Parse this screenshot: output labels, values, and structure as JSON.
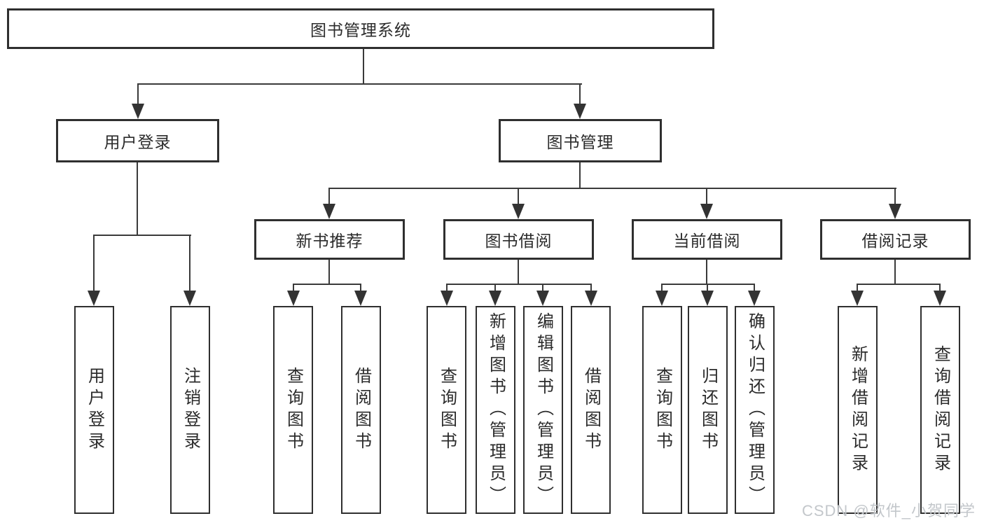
{
  "nodes": {
    "root": "图书管理系统",
    "user_login": "用户登录",
    "book_mgmt": "图书管理",
    "new_book_rec": "新书推荐",
    "book_borrow": "图书借阅",
    "current_borrow": "当前借阅",
    "borrow_record": "借阅记录",
    "ul_user_login": "用户登录",
    "ul_logout": "注销登录",
    "nb_query_book": "查询图书",
    "nb_borrow_book": "借阅图书",
    "bb_query_book": "查询图书",
    "bb_add_book": "新增图书（管理员）",
    "bb_edit_book": "编辑图书（管理员）",
    "bb_borrow_book": "借阅图书",
    "cb_query_book": "查询图书",
    "cb_return_book": "归还图书",
    "cb_confirm_return": "确认归还（管理员）",
    "br_add_record": "新增借阅记录",
    "br_query_record": "查询借阅记录"
  },
  "hierarchy": {
    "图书管理系统": {
      "用户登录": [
        "用户登录",
        "注销登录"
      ],
      "图书管理": {
        "新书推荐": [
          "查询图书",
          "借阅图书"
        ],
        "图书借阅": [
          "查询图书",
          "新增图书（管理员）",
          "编辑图书（管理员）",
          "借阅图书"
        ],
        "当前借阅": [
          "查询图书",
          "归还图书",
          "确认归还（管理员）"
        ],
        "借阅记录": [
          "新增借阅记录",
          "查询借阅记录"
        ]
      }
    }
  },
  "watermark": "CSDN @软件_小贺同学",
  "colors": {
    "line": "#3a3a3a",
    "box_border": "#2f2f2f",
    "text": "#2b2b2b",
    "watermark": "#c3c7cb",
    "background": "#ffffff"
  }
}
